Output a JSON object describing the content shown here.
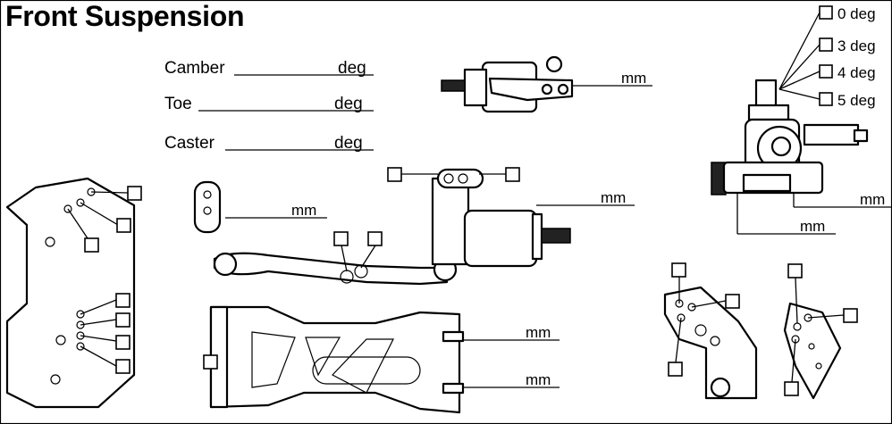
{
  "title": "Front Suspension",
  "settings": [
    {
      "label": "Camber",
      "unit": "deg"
    },
    {
      "label": "Toe",
      "unit": "deg"
    },
    {
      "label": "Caster",
      "unit": "deg"
    }
  ],
  "caster_options": [
    "0 deg",
    "3 deg",
    "4 deg",
    "5 deg"
  ],
  "unit_mm": "mm",
  "unit_deg_cut": "mm"
}
